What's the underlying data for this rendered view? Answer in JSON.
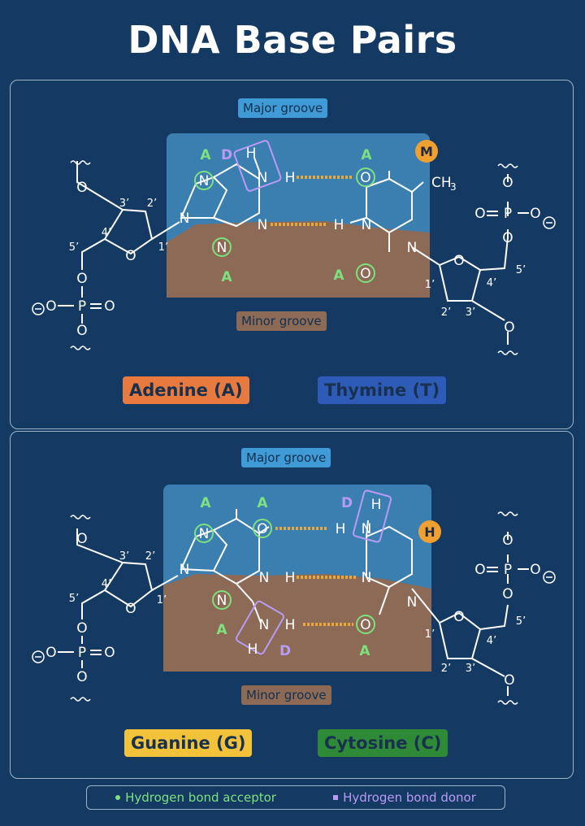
{
  "title": "DNA Base Pairs",
  "labels": {
    "major_groove": "Major groove",
    "minor_groove": "Minor groove",
    "acceptor": "A",
    "donor": "D",
    "methyl": "M",
    "hydrogen": "H"
  },
  "atoms": {
    "N": "N",
    "O": "O",
    "H": "H",
    "P": "P",
    "CH": "CH",
    "sub3": "3",
    "c1": "1’",
    "c2": "2’",
    "c3": "3’",
    "c4": "4’",
    "c5": "5’"
  },
  "pair1": {
    "left_base": "Adenine (A)",
    "right_base": "Thymine (T)"
  },
  "pair2": {
    "left_base": "Guanine (G)",
    "right_base": "Cytosine (C)"
  },
  "legend": {
    "acceptor": "Hydrogen bond acceptor",
    "donor": "Hydrogen bond donor"
  },
  "colors": {
    "background": "#143a63",
    "major": "#3f9ad6",
    "minor": "#8c6a55",
    "acceptor": "#7fe07f",
    "donor": "#b99af5",
    "hbond": "#e8a93c",
    "adenine": "#e8793f",
    "thymine": "#2f5bb8",
    "guanine": "#f2c23a",
    "cytosine": "#2f8a37"
  }
}
